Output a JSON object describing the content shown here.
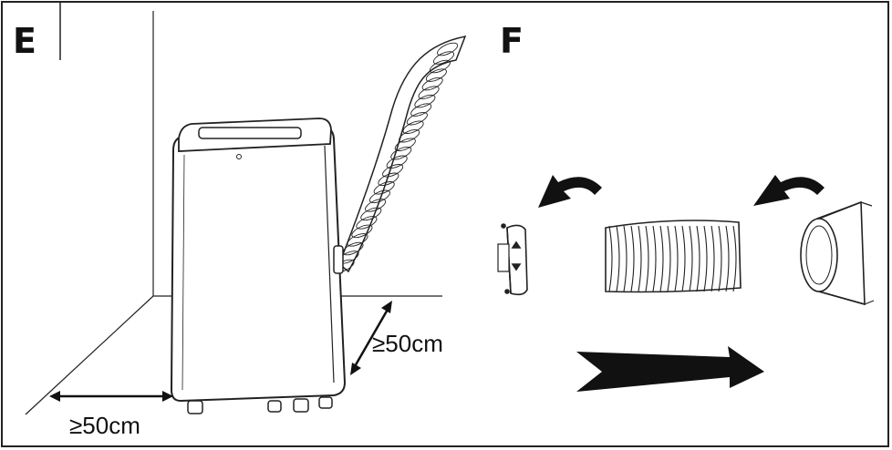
{
  "panels": [
    {
      "letter": "E",
      "dimensions": [
        "≥50cm",
        "≥50cm"
      ]
    },
    {
      "letter": "F"
    }
  ]
}
